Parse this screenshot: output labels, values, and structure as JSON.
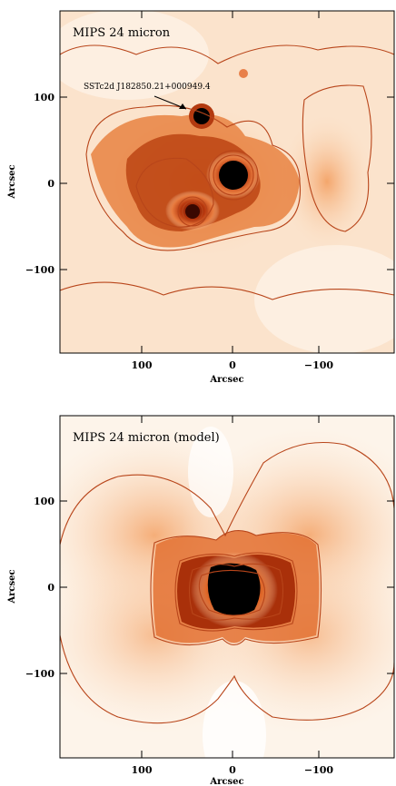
{
  "panels": [
    {
      "title": "MIPS 24 micron",
      "annotation": "SSTc2d J182850.21+000949.4",
      "xlabel": "Arcsec",
      "ylabel": "Arcsec",
      "x_ticks": [
        "100",
        "0",
        "−100"
      ],
      "y_ticks": [
        "100",
        "0",
        "−100"
      ]
    },
    {
      "title": "MIPS 24 micron (model)",
      "xlabel": "Arcsec",
      "ylabel": "Arcsec",
      "x_ticks": [
        "100",
        "0",
        "−100"
      ],
      "y_ticks": [
        "100",
        "0",
        "−100"
      ]
    }
  ],
  "colors": {
    "background": "#fdf1e4",
    "contour": "#b8451a",
    "core": "#000000",
    "warm": "#e06a2a",
    "hot": "#8a1a05"
  }
}
